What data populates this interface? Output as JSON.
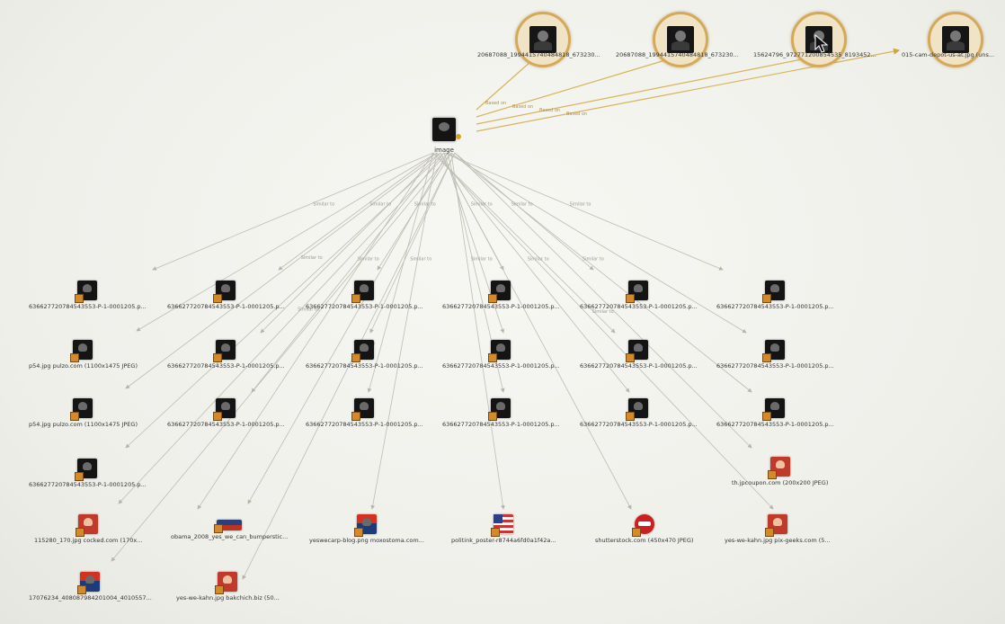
{
  "hub": {
    "label": "image",
    "icon": "image-node-icon"
  },
  "edge_labels": {
    "similar": "Similar to",
    "based_on": "Based on"
  },
  "source_nodes": [
    {
      "label": "20687088_1994415740484818_673230...",
      "icon": "portrait-thumbnail-icon"
    },
    {
      "label": "20687088_1994415740484818_673230...",
      "icon": "portrait-thumbnail-icon"
    },
    {
      "label": "15624796_972771200854535_8193452...",
      "icon": "portrait-thumbnail-icon"
    },
    {
      "label": "015-cam-depot-us-at.jpg (uns...",
      "icon": "portrait-thumbnail-icon"
    }
  ],
  "grid_rows": [
    [
      "636627720784543553-P-1-0001205.p...",
      "636627720784543553-P-1-0001205.p...",
      "636627720784543553-P-1-0001205.p...",
      "636627720784543553-P-1-0001205.p...",
      "636627720784543553-P-1-0001205.p...",
      "636627720784543553-P-1-0001205.p..."
    ],
    [
      "p54.jpg pulzo.com (1100x1475 JPEG)",
      "636627720784543553-P-1-0001205.p...",
      "636627720784543553-P-1-0001205.p...",
      "636627720784543553-P-1-0001205.p...",
      "636627720784543553-P-1-0001205.p...",
      "636627720784543553-P-1-0001205.p..."
    ],
    [
      "p54.jpg pulzo.com (1100x1475 JPEG)",
      "636627720784543553-P-1-0001205.p...",
      "636627720784543553-P-1-0001205.p...",
      "636627720784543553-P-1-0001205.p...",
      "636627720784543553-P-1-0001205.p...",
      "636627720784543553-P-1-0001205.p..."
    ]
  ],
  "extra_nodes": [
    {
      "label": "636627720784543553-P-1-0001205.p...",
      "style": "dark"
    },
    {
      "label": "th.jpcoupon.com (200x200 JPEG)",
      "style": "red"
    },
    {
      "label": "115280_170.jpg cocked.com (170x...",
      "style": "red"
    },
    {
      "label": "obama_2008_yes_we_can_bumperstic...",
      "style": "banner"
    },
    {
      "label": "yeswecarp-blog.png moxostoma.com...",
      "style": "poster"
    },
    {
      "label": "politink_poster-r8744a6fd0a1f42a...",
      "style": "flag"
    },
    {
      "label": "shutterstock.com (450x470 JPEG)",
      "style": "circle"
    },
    {
      "label": "yes-we-kahn.jpg pix-geeks.com (5...",
      "style": "red"
    },
    {
      "label": "17076234_408087984201004_4010557...",
      "style": "poster"
    },
    {
      "label": "yes-we-kahn.jpg bakchich.biz (50...",
      "style": "red"
    }
  ],
  "colors": {
    "similar_edge": "#bdbdb3",
    "based_on_edge": "#d8b458",
    "background": "#f3f3ef"
  }
}
